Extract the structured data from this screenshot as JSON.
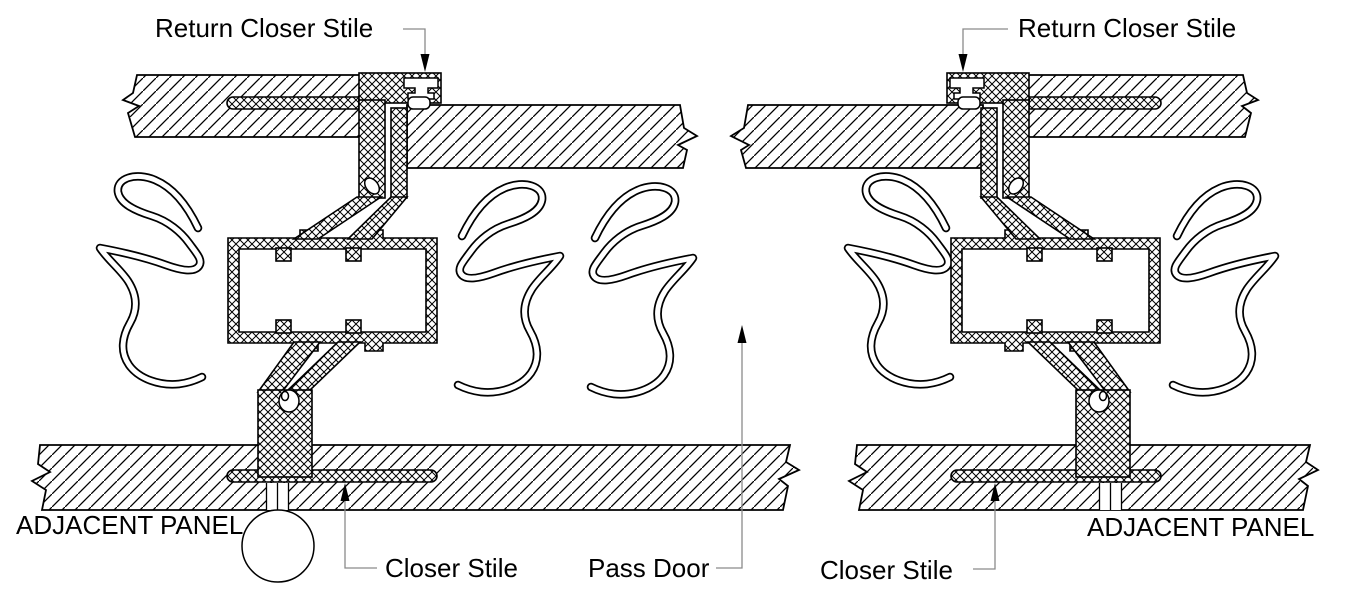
{
  "drawing": {
    "title": "Closer stile and return closer stile section details",
    "views": [
      "left-section-detail",
      "right-section-detail"
    ]
  },
  "labels": {
    "left": {
      "return_closer_stile": "Return Closer Stile",
      "adjacent_panel": "ADJACENT PANEL",
      "closer_stile": "Closer Stile"
    },
    "center": {
      "pass_door": "Pass Door"
    },
    "right": {
      "return_closer_stile": "Return Closer Stile",
      "closer_stile": "Closer Stile",
      "adjacent_panel": "ADJACENT PANEL"
    }
  },
  "colors": {
    "line": "#000000",
    "leader": "#8a8a8a",
    "background": "#ffffff"
  }
}
